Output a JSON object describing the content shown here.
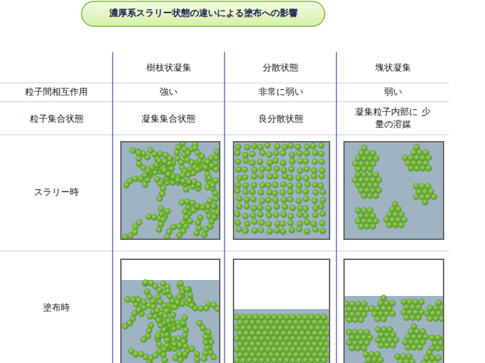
{
  "diagram": {
    "title": "濃厚系スラリー状態の違いによる塗布への影響",
    "labels": [
      "樹枝状凝集",
      "分散状態",
      "塊状凝集",
      "粒子間相互作用",
      "強い",
      "非常に弱い",
      "弱い",
      "粒子集合状態",
      "凝集集合状態",
      "良分散状態",
      "凝集粒子内部に 少量の溶媒",
      "スラリー時",
      "塗布時"
    ]
  }
}
